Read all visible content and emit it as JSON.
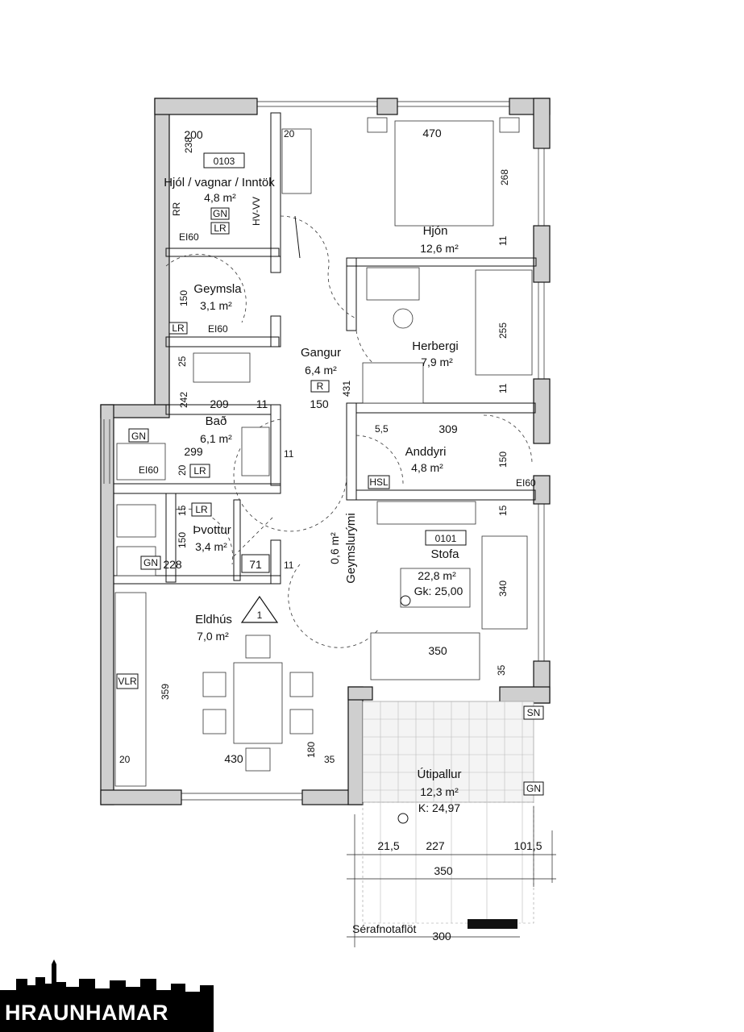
{
  "rooms": {
    "storage_bike": {
      "id": "0103",
      "name": "Hjól / vagnar / Inntök",
      "area": "4,8 m²",
      "tags": [
        "GN",
        "LR"
      ],
      "fire": "EI60",
      "hv": "HV-VV",
      "rr": "RR"
    },
    "storage": {
      "name": "Geymsla",
      "area": "3,1 m²",
      "tags": [
        "LR"
      ],
      "fire": "EI60"
    },
    "bath": {
      "name": "Bað",
      "area": "6,1 m²",
      "tags": [
        "GN",
        "LR"
      ],
      "fire": "EI60"
    },
    "laundry": {
      "name": "Þvottur",
      "area": "3,4 m²",
      "tags": [
        "LR",
        "GN"
      ]
    },
    "kitchen": {
      "name": "Eldhús",
      "area": "7,0 m²",
      "tags": [
        "VLR"
      ],
      "section_mark": "1"
    },
    "hall": {
      "name": "Gangur",
      "area": "6,4 m²",
      "tags": [
        "R"
      ]
    },
    "closet": {
      "name": "Geymslurými",
      "area": "0,6 m²"
    },
    "master": {
      "name": "Hjón",
      "area": "12,6 m²"
    },
    "bedroom": {
      "name": "Herbergi",
      "area": "7,9 m²"
    },
    "entry": {
      "name": "Anddyri",
      "area": "4,8 m²",
      "tags": [
        "HSL"
      ],
      "fire": "EI60"
    },
    "living": {
      "id": "0101",
      "name": "Stofa",
      "area": "22,8 m²",
      "level": "Gk: 25,00"
    },
    "balcony": {
      "name": "Útipallur",
      "area": "12,3 m²",
      "level": "K: 24,97",
      "tags": [
        "SN",
        "GN"
      ]
    }
  },
  "dimensions": [
    "200",
    "238",
    "20",
    "470",
    "268",
    "11",
    "150",
    "255",
    "431",
    "25",
    "242",
    "209",
    "11",
    "150",
    "11",
    "5,5",
    "309",
    "150",
    "299",
    "20",
    "11",
    "15",
    "150",
    "228",
    "71",
    "11",
    "15",
    "340",
    "350",
    "35",
    "359",
    "20",
    "430",
    "180",
    "35",
    "21,5",
    "227",
    "101,5",
    "350",
    "300"
  ],
  "misc": {
    "sera_label": "Sérafnotaflöt",
    "sera_dim": "300"
  },
  "brand": {
    "name": "HRAUNHAMAR"
  }
}
